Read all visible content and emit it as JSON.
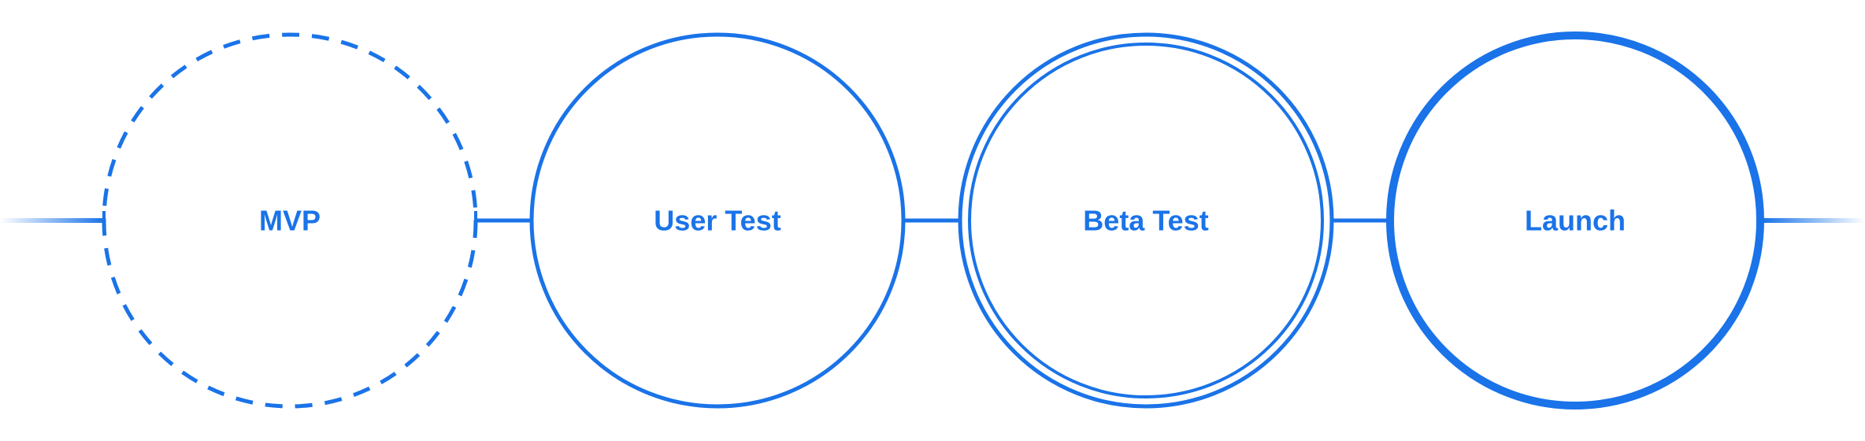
{
  "colors": {
    "accent": "#1a73e8",
    "background": "#ffffff"
  },
  "stages": [
    {
      "label": "MVP",
      "style": "dashed"
    },
    {
      "label": "User Test",
      "style": "solid"
    },
    {
      "label": "Beta Test",
      "style": "double"
    },
    {
      "label": "Launch",
      "style": "thick"
    }
  ]
}
